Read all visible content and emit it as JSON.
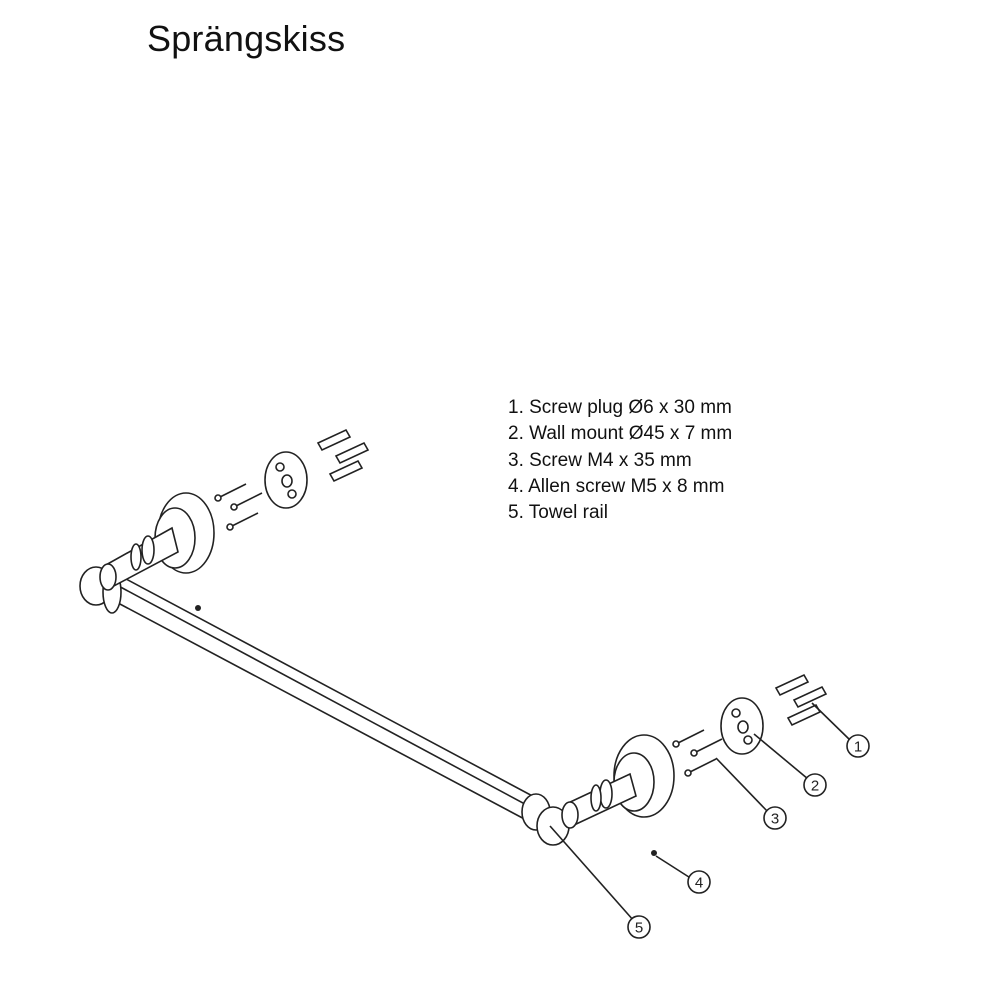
{
  "title": "Sprängskiss",
  "parts": [
    "1. Screw plug Ø6 x 30 mm",
    "2. Wall mount Ø45 x 7 mm",
    "3. Screw M4 x 35 mm",
    "4. Allen screw M5 x 8 mm",
    "5. Towel rail"
  ],
  "callouts": [
    "1",
    "2",
    "3",
    "4",
    "5"
  ]
}
